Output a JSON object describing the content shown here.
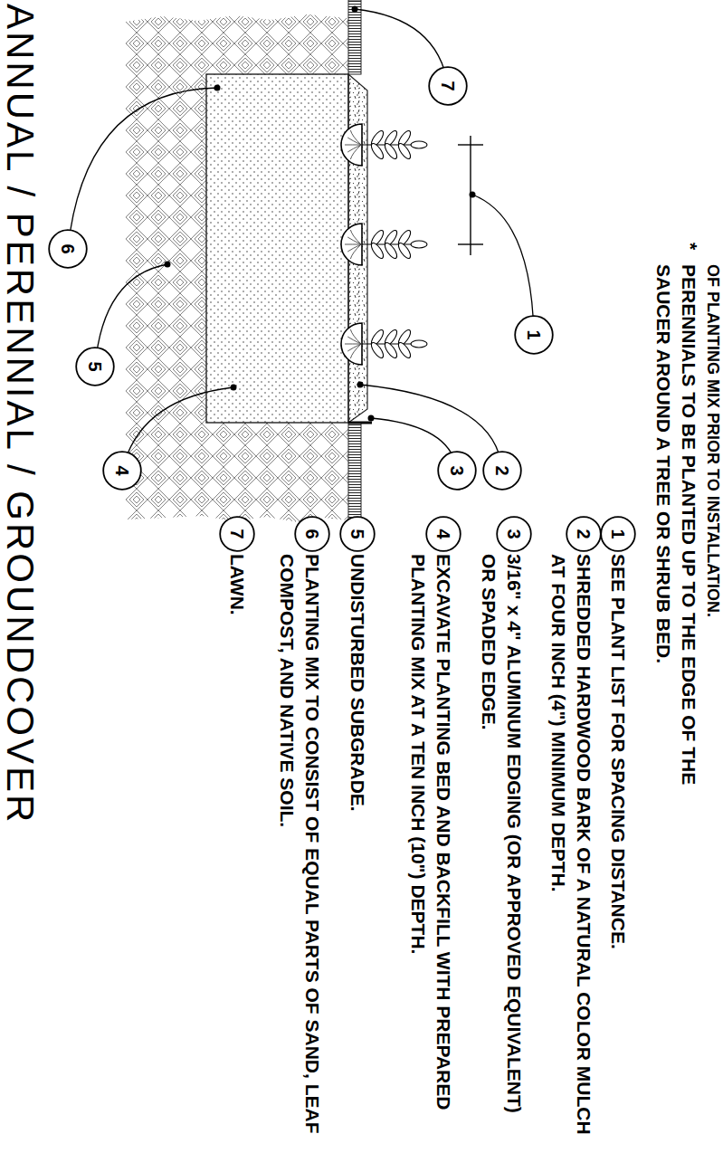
{
  "diagram": {
    "title": "ANNUAL / PERENNIAL / GROUNDCOVER",
    "nodes": [
      {
        "text": [
          "1"
        ]
      },
      {
        "text": [
          "2"
        ]
      },
      {
        "text": [
          "3"
        ]
      },
      {
        "text": [
          "4"
        ]
      },
      {
        "text": [
          "5"
        ]
      },
      {
        "text": [
          "6"
        ]
      },
      {
        "text": [
          "7"
        ]
      },
      {
        "text": [
          "1"
        ]
      },
      {
        "text": [
          "2"
        ]
      },
      {
        "text": [
          "3"
        ]
      },
      {
        "text": [
          "4"
        ]
      },
      {
        "text": [
          "5"
        ]
      },
      {
        "text": [
          "6"
        ]
      },
      {
        "text": [
          "7"
        ]
      }
    ],
    "labels": [
      "OF PLANTING MIX PRIOR TO INSTALLATION.",
      "*",
      "PERENNIALS TO BE PLANTED UP TO THE EDGE OF THE SAUCER AROUND A TREE OR SHRUB BED.",
      "SEE PLANT LIST FOR SPACING DISTANCE.",
      "SHREDDED HARDWOOD BARK OF A NATURAL COLOR MULCH AT FOUR INCH (4\") MINIMUM DEPTH.",
      "3/16\" x 4\" ALUMINUM EDGING (OR APPROVED EQUIVALENT) OR SPADED EDGE.",
      "EXCAVATE PLANTING BED AND BACKFILL WITH PREPARED PLANTING MIX AT A TEN INCH (10\") DEPTH.",
      "UNDISTURBED SUBGRADE.",
      "PLANTING MIX TO CONSIST OF EQUAL PARTS OF SAND, LEAF COMPOST, AND NATIVE SOIL.",
      "LAWN."
    ]
  }
}
